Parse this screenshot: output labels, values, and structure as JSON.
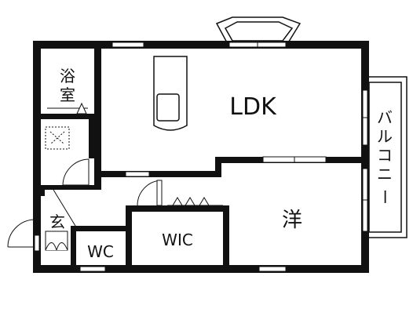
{
  "colors": {
    "wall": "#111111",
    "line": "#111111",
    "background": "#ffffff",
    "window": "#ffffff"
  },
  "rooms": {
    "ldk": "LDK",
    "western": "洋",
    "wc": "WC",
    "wic": "WIC",
    "genkan": "玄",
    "bath_1": "浴",
    "bath_2": "室",
    "balcony_1": "バ",
    "balcony_2": "ル",
    "balcony_3": "コ",
    "balcony_4": "ニ",
    "balcony_5": "ー"
  }
}
